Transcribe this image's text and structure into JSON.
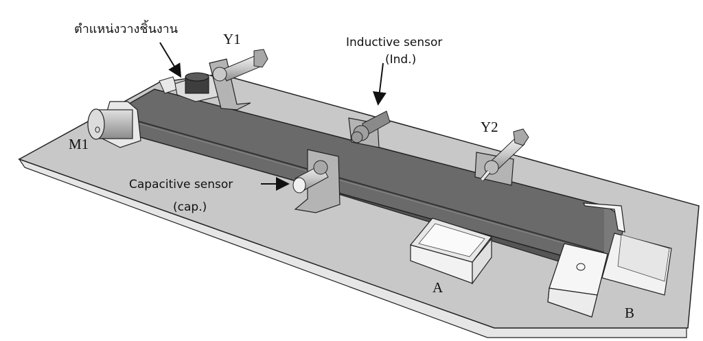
{
  "diagram": {
    "title": "Conveyor sorting station",
    "labels": {
      "workpiece_position": "ตำแหน่งวางชิ้นงาน",
      "y1": "Y1",
      "y2": "Y2",
      "m1": "M1",
      "inductive_line1": "Inductive sensor",
      "inductive_line2": "(Ind.)",
      "capacitive_line1": "Capacitive sensor",
      "capacitive_line2": "(cap.)",
      "bin_a": "A",
      "bin_b": "B"
    },
    "colors": {
      "plate": "#c8c8c8",
      "plate_edge": "#e6e6e6",
      "belt": "#6a6a6a",
      "belt_dark": "#555555",
      "bracket": "#b4b4b4",
      "bin": "#f2f2f2",
      "outline": "#222222",
      "text": "#111111"
    }
  }
}
